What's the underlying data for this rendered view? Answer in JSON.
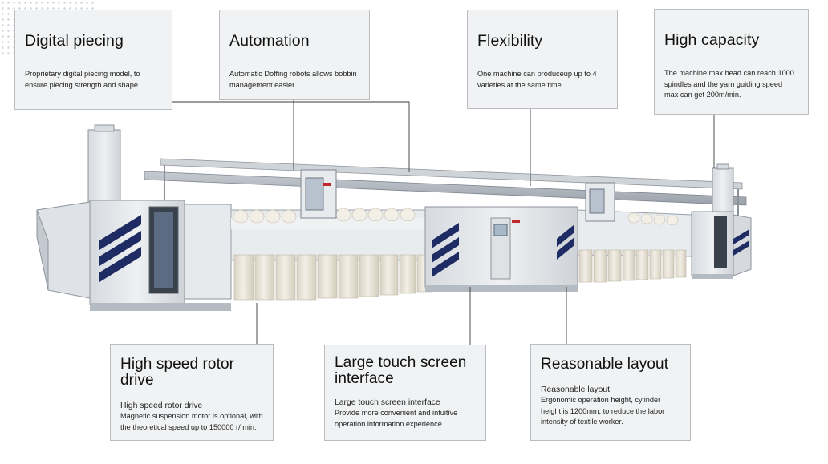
{
  "features": {
    "digital_piecing": {
      "title": "Digital piecing",
      "desc": "Proprietary digital piecing model, to ensure piecing strength and shape."
    },
    "automation": {
      "title": "Automation",
      "desc": "Automatic Doffing robots allows bobbin management easier."
    },
    "flexibility": {
      "title": "Flexibility",
      "desc": "One machine can produceup up to 4 varieties at the same time."
    },
    "high_capacity": {
      "title": "High capacity",
      "desc": "The machine max head can reach 1000 spindles and the yarn guiding speed max can get 200m/min."
    },
    "high_speed": {
      "title": "High speed rotor drive",
      "subtitle": "High speed rotor drive",
      "desc": "Magnetic suspension motor is optional, with the theoretical speed up to 150000 r/ min."
    },
    "touch_screen": {
      "title": "Large touch screen interface",
      "subtitle": "Large touch screen interface",
      "desc": "Provide more convenient and intuitive operation information experience."
    },
    "layout": {
      "title": "Reasonable layout",
      "subtitle": "Reasonable layout",
      "desc": "Ergonomic operation height, cylinder height is 1200mm, to reduce the labor intensity of textile worker."
    }
  },
  "colors": {
    "card_bg": "#f1f2f3",
    "card_border": "#b9bcc0",
    "machine_body": "#e4e7ea",
    "stripe_navy": "#1f2b63",
    "yarn": "#ece7dc"
  },
  "icons": {
    "brand_logo": "red-brand-mark"
  }
}
